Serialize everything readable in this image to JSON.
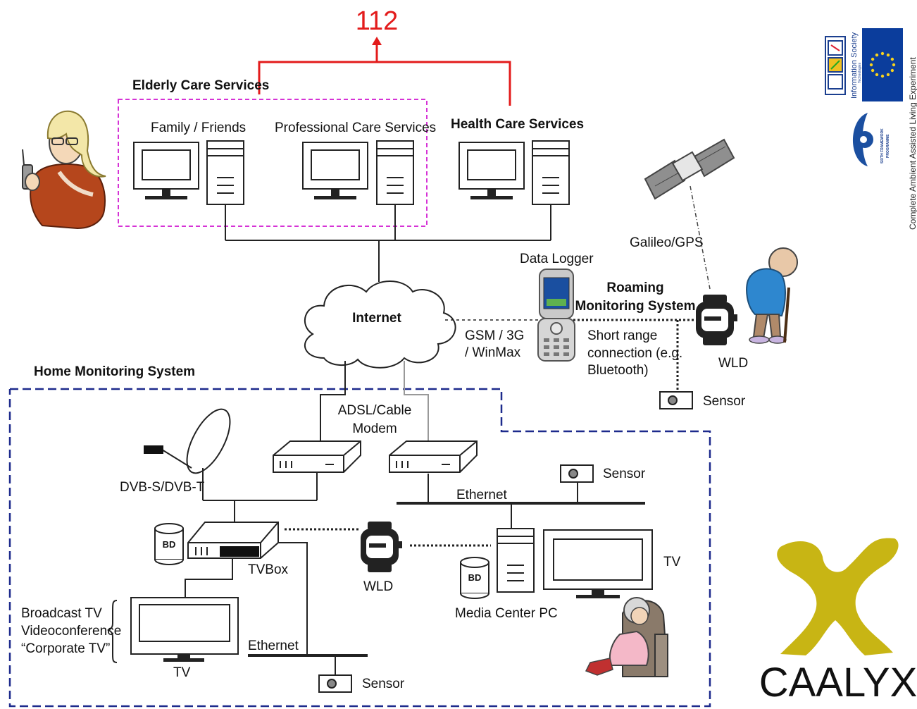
{
  "emergency_number": "112",
  "elderly_care": {
    "title": "Elderly Care Services",
    "family": "Family / Friends",
    "professional": "Professional Care Services"
  },
  "health_care": "Health Care Services",
  "internet": "Internet",
  "data_logger": "Data Logger",
  "gsm": [
    "GSM / 3G",
    "/ WinMax"
  ],
  "roaming": [
    "Roaming",
    "Monitoring System"
  ],
  "short_range": [
    "Short range",
    "connection (e.g.",
    "Bluetooth)"
  ],
  "galileo": "Galileo/GPS",
  "wld": "WLD",
  "sensor": "Sensor",
  "home_monitoring": "Home Monitoring System",
  "modem": [
    "ADSL/Cable",
    "Modem"
  ],
  "dvb": "DVB-S/DVB-T",
  "ethernet": "Ethernet",
  "tvbox": "TVBox",
  "bd": "BD",
  "tv": "TV",
  "media_center": "Media Center PC",
  "broadcast": [
    "Broadcast TV",
    "Videoconference",
    "“Corporate TV”"
  ],
  "sponsor_text": "Complete Ambient Assisted Living Experiment",
  "ist_text": "Information Society",
  "ist_sub": "Technologies",
  "sixth_fp": [
    "SIXTH FRAMEWORK",
    "PROGRAMME"
  ],
  "brand": "CAALYX",
  "colors": {
    "red_link": "#e31b1b",
    "magenta_box": "#d633d6",
    "home_box": "#1d2a8c",
    "brand_yellow": "#c8b514",
    "eu_blue": "#0b3d9c"
  }
}
